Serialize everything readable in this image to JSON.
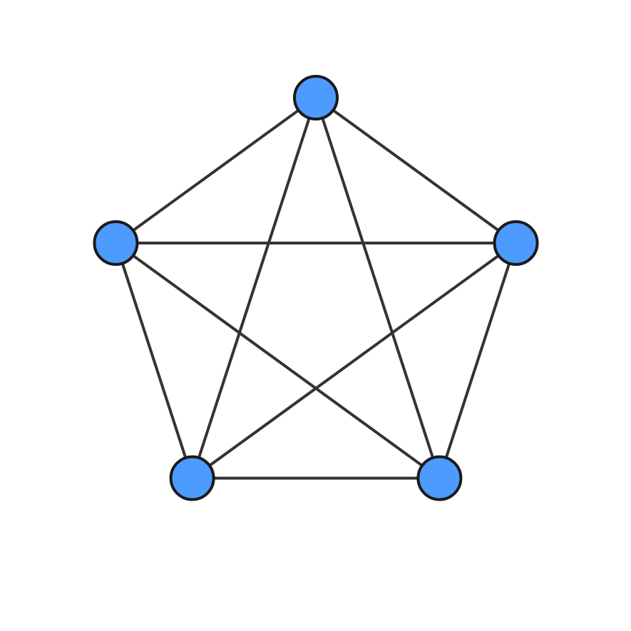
{
  "diagram": {
    "type": "complete-graph",
    "node_count": 5,
    "edges": [
      [
        0,
        1
      ],
      [
        0,
        2
      ],
      [
        0,
        3
      ],
      [
        0,
        4
      ],
      [
        1,
        2
      ],
      [
        1,
        3
      ],
      [
        1,
        4
      ],
      [
        2,
        3
      ],
      [
        2,
        4
      ],
      [
        3,
        4
      ]
    ],
    "colors": {
      "background": "#ffffff",
      "node_fill": "#4d9bff",
      "node_stroke": "#1a1a1a",
      "edge": "#333333"
    }
  }
}
